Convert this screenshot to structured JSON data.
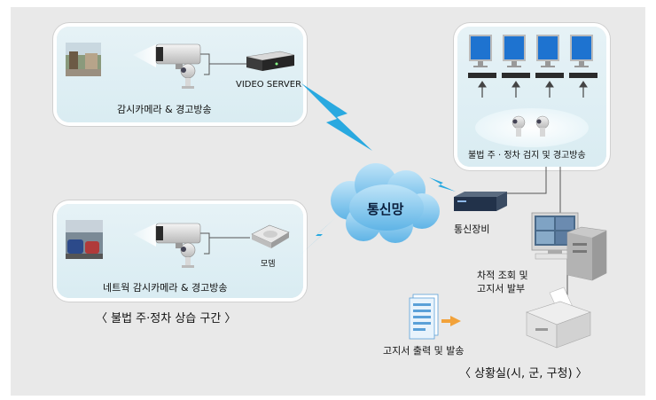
{
  "labels": {
    "camera_panel": "감시카메라 & 경고방송",
    "video_server": "VIDEO SERVER",
    "network_panel": "네트웍 감시카메라 & 경고방송",
    "modem": "모뎀",
    "zone_caption": "〈 불법 주·정차 상습 구간 〉",
    "network_cloud": "통신망",
    "comm_device": "통신장비",
    "detection_panel": "불법 주 · 정차 검지 및 경고방송",
    "lookup_line1": "차적 조회 및",
    "lookup_line2": "고지서 발부",
    "print_send": "고지서 출력 및 발송",
    "control_room": "〈 상황실(시, 군, 구청) 〉"
  },
  "colors": {
    "panel": "#dcedf3",
    "lightning": "#29a9e0",
    "arrow": "#f2a23a",
    "cloud": "#7fc6ec"
  }
}
